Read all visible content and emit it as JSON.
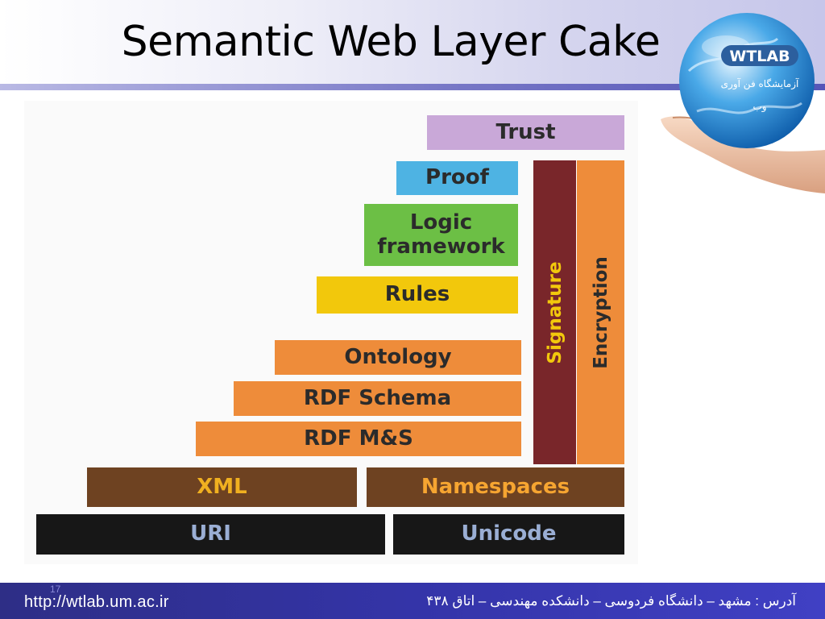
{
  "slide": {
    "title": "Semantic Web Layer Cake",
    "number": "17",
    "footer_url": "http://wtlab.um.ac.ir",
    "footer_address": "آدرس : مشهد – دانشگاه فردوسی – دانشکده مهندسی – اتاق ۴۳۸"
  },
  "logo": {
    "brand": "WTLAB",
    "subtitle_line1": "آزمایشگاه فن آوری",
    "subtitle_line2": "وب"
  },
  "layers": {
    "trust": "Trust",
    "proof": "Proof",
    "logic_line1": "Logic",
    "logic_line2": "framework",
    "rules": "Rules",
    "ontology": "Ontology",
    "rdf_schema": "RDF Schema",
    "rdf_ms": "RDF M&S",
    "xml": "XML",
    "namespaces": "Namespaces",
    "uri": "URI",
    "unicode": "Unicode",
    "signature": "Signature",
    "encryption": "Encryption"
  },
  "colors": {
    "trust": "#c9a8d8",
    "proof": "#4eb3e3",
    "logic": "#6cbf45",
    "rules": "#f2c80c",
    "orange": "#ee8c3a",
    "brown": "#6e4221",
    "black": "#171717",
    "signature": "#79262a",
    "encryption": "#ee8c3a",
    "text_dark": "#2b2b2b",
    "text_orange": "#f6a531",
    "text_yellow": "#f0b020",
    "text_blue": "#9aaed4"
  }
}
